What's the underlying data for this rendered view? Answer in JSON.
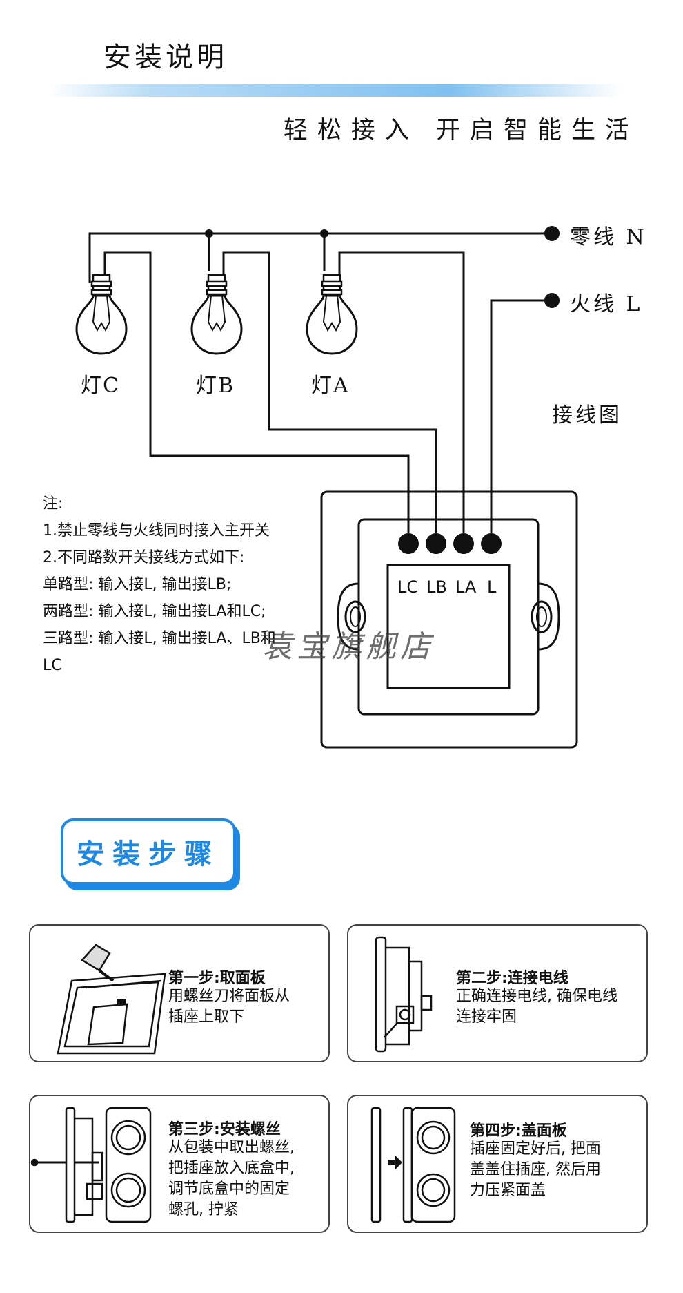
{
  "header": {
    "title": "安装说明",
    "slogan": "轻松接入  开启智能生活"
  },
  "wiring": {
    "neutral_label": "零线 N",
    "live_label": "火线 L",
    "lamps": [
      "灯C",
      "灯B",
      "灯A"
    ],
    "caption": "接线图",
    "terminals": [
      "LC",
      "LB",
      "LA",
      "L"
    ]
  },
  "notes": {
    "heading": "注:",
    "lines": [
      "1.禁止零线与火线同时接入主开关",
      "2.不同路数开关接线方式如下:",
      "单路型: 输入接L, 输出接LB;",
      "两路型: 输入接L, 输出接LA和LC;",
      "三路型: 输入接L, 输出接LA、LB和",
      "LC"
    ]
  },
  "watermark": "袁宝旗舰店",
  "steps_section": {
    "title": "安装步骤",
    "accent_color": "#1e88e5",
    "steps": [
      {
        "title": "第一步:取面板",
        "lines": [
          "用螺丝刀将面板从",
          "插座上取下"
        ]
      },
      {
        "title": "第二步:连接电线",
        "lines": [
          "正确连接电线, 确保电线",
          "连接牢固"
        ]
      },
      {
        "title": "第三步:安装螺丝",
        "lines": [
          "从包装中取出螺丝,",
          "把插座放入底盒中,",
          "调节底盒中的固定",
          "螺孔, 拧紧"
        ]
      },
      {
        "title": "第四步:盖面板",
        "lines": [
          "插座固定好后, 把面",
          "盖盖住插座, 然后用",
          "力压紧面盖"
        ]
      }
    ]
  }
}
